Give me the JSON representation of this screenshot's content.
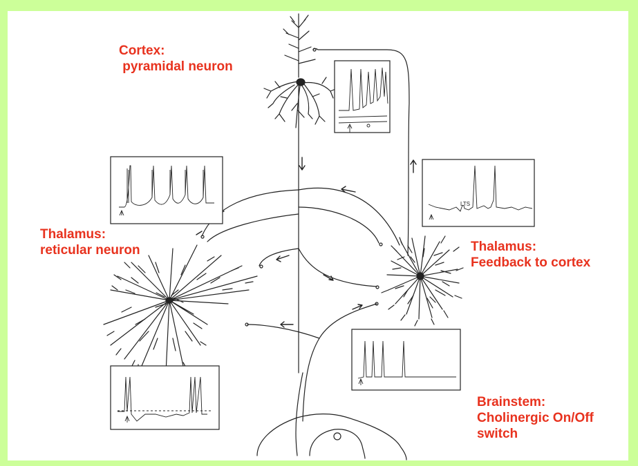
{
  "colors": {
    "background": "#ccff99",
    "label": "#e8321e",
    "ink": "#222222"
  },
  "labels": {
    "cortex": "Cortex:\n pyramidal neuron",
    "reticular": "Thalamus:\nreticular neuron",
    "feedback": "Thalamus:\nFeedback to cortex",
    "brainstem": "Brainstem:\nCholinergic On/Off\nswitch"
  },
  "trace_labels": {
    "lts": "LTS"
  }
}
